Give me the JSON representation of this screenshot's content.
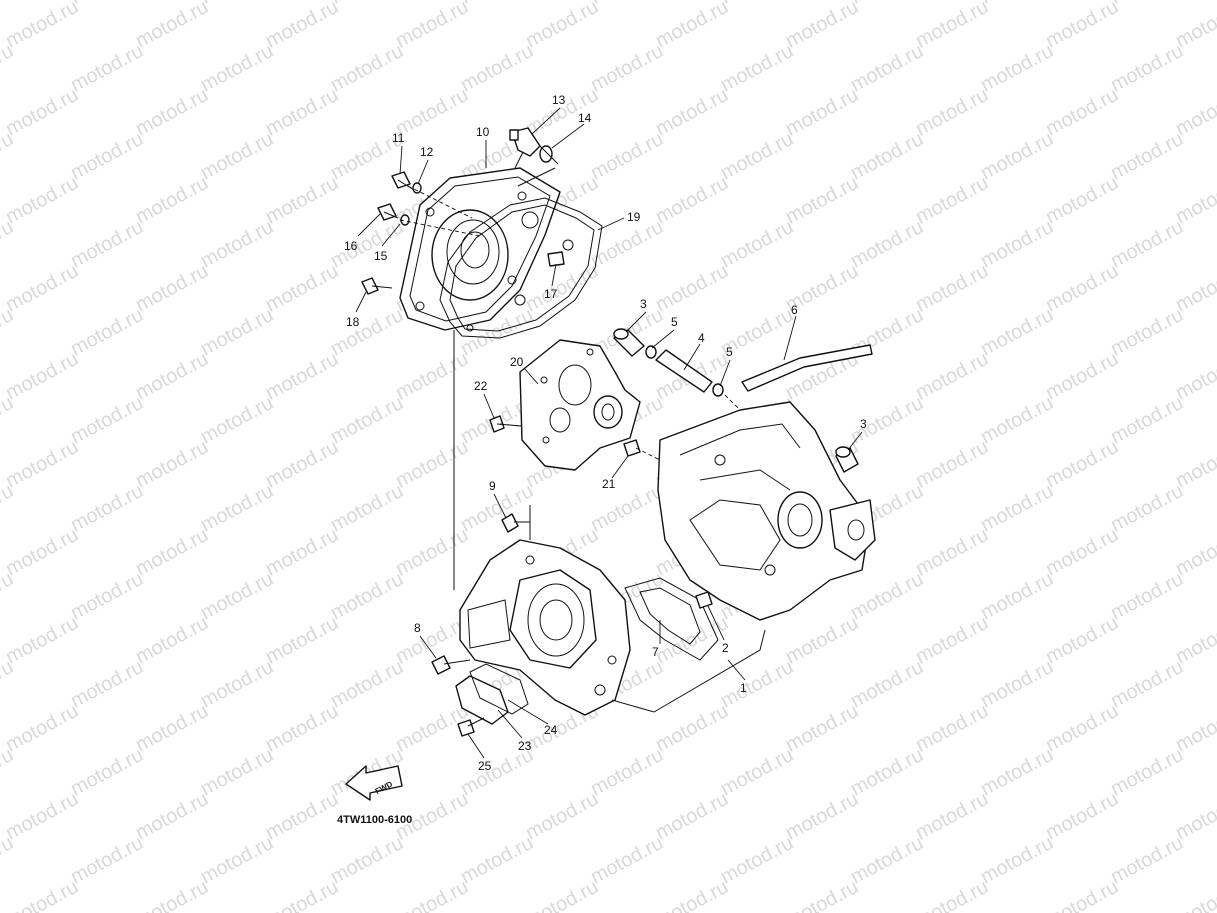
{
  "watermark": "motod.ru",
  "diagram_code": "4TW1100-6100",
  "fwd_label": "FWD",
  "callouts": [
    "1",
    "2",
    "3",
    "3",
    "4",
    "5",
    "5",
    "6",
    "7",
    "8",
    "9",
    "10",
    "11",
    "12",
    "13",
    "14",
    "15",
    "16",
    "17",
    "18",
    "19",
    "20",
    "21",
    "22",
    "23",
    "24",
    "25"
  ]
}
